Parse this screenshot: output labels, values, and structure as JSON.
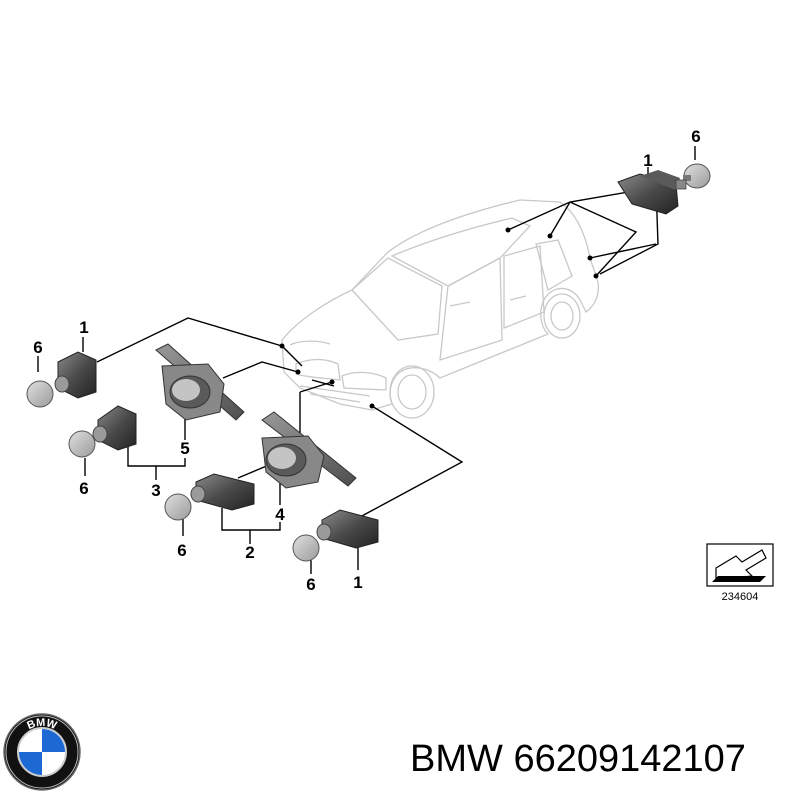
{
  "diagram": {
    "callouts": {
      "c1_top": "1",
      "c6_top": "6",
      "c1_left": "1",
      "c6_left_top": "6",
      "c5": "5",
      "c3": "3",
      "c6_left_mid": "6",
      "c4": "4",
      "c2": "2",
      "c6_left_bottom": "6",
      "c6_bottom": "6",
      "c1_bottom": "1"
    },
    "reference_number": "234604"
  },
  "footer": {
    "brand": "BMW",
    "part_number": "66209142107",
    "logo_letters": "BMW"
  },
  "colors": {
    "part_dark": "#3c3c3c",
    "part_mid": "#6e6e6e",
    "part_light": "#a8a8a8",
    "car_outline": "#c8c8c8",
    "logo_blue": "#1c69d4"
  }
}
